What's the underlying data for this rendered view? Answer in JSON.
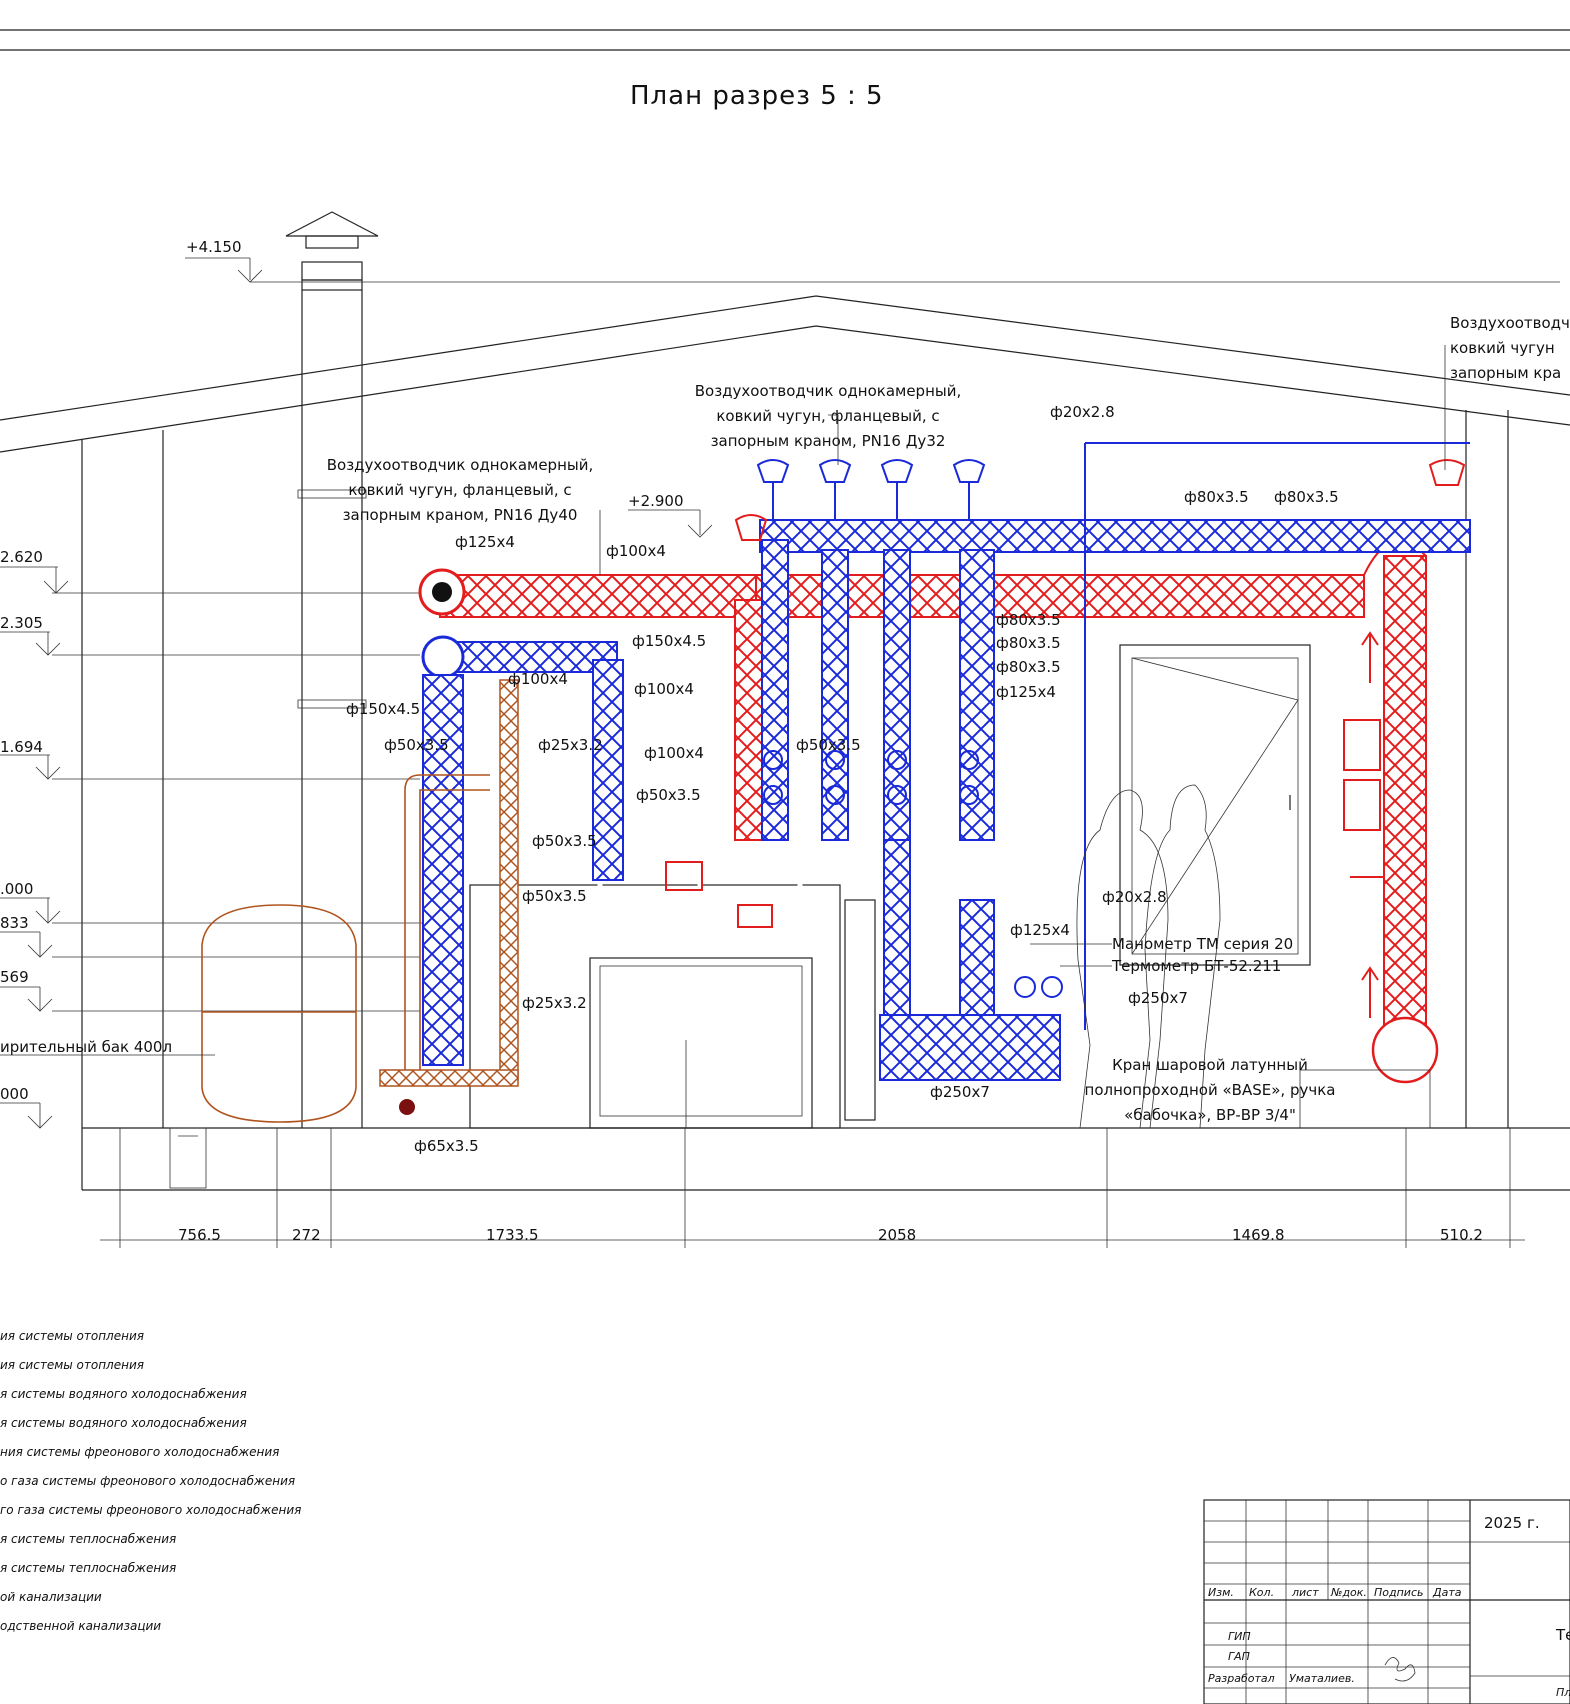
{
  "title": "План разрез 5 : 5",
  "colors": {
    "supply": "#e31d1d",
    "return": "#1a2ad8",
    "hot_water": "#b0541e",
    "lines": "#222222"
  },
  "levels": [
    "+4.150",
    "+2.900",
    "2.620",
    "2.305",
    "1.694",
    ".000",
    "833",
    "569",
    "000"
  ],
  "callouts": {
    "vent_top": "Воздухоотводчик однокамерный,\nковкий чугун, фланцевый, с\nзапорным краном, PN16 Ду32",
    "vent_left": "Воздухоотводчик однокамерный,\nковкий чугун, фланцевый, с\nзапорным краном, PN16 Ду40",
    "vent_right": "Воздухоотводч\nковкий чугун\nзапорным кра",
    "manometer": "Манометр ТМ серия 20",
    "thermometer": "Термометр БТ-52.211",
    "ball_valve": "Кран шаровой латунный\nполнопроходной «BASE», ручка\n«бабочка», ВР-ВР 3/4\"",
    "tank": "ирительный бак 400л"
  },
  "pipe_labels": [
    "ф20х2.8",
    "ф80х3.5",
    "ф80х3.5",
    "ф125х4",
    "ф100х4",
    "ф150х4.5",
    "ф100х4",
    "ф100х4",
    "ф150х4.5",
    "ф50х3.5",
    "ф25х3.2",
    "ф100х4",
    "ф50х3.5",
    "ф50х3.5",
    "ф50х3.5",
    "ф50х3.5",
    "ф80х3.5",
    "ф80х3.5",
    "ф80х3.5",
    "ф125х4",
    "ф20х2.8",
    "ф125х4",
    "ф250х7",
    "ф25х3.2",
    "ф250х7",
    "ф65х3.5"
  ],
  "dimensions": [
    "756.5",
    "272",
    "1733.5",
    "2058",
    "1469.8",
    "510.2"
  ],
  "legend": [
    "ия системы отопления",
    "ия системы отопления",
    "я системы водяного холодоснабжения",
    "я системы водяного холодоснабжения",
    "ния системы фреонового холодоснабжения",
    "о газа системы фреонового холодоснабжения",
    "го газа системы фреонового холодоснабжения",
    "я системы теплоснабжения",
    "я системы теплоснабжения",
    "ой канализации",
    "одственной канализации"
  ],
  "title_block": {
    "year": "2025 г.",
    "cols": [
      "Изм.",
      "Кол.",
      "лист",
      "№док.",
      "Подпись",
      "Дата"
    ],
    "roles": [
      "ГИП",
      "ГАП",
      "Разработал"
    ],
    "developer": "Уматалиев.",
    "right_fragment_1": "Те",
    "right_fragment_2": "Пл"
  }
}
